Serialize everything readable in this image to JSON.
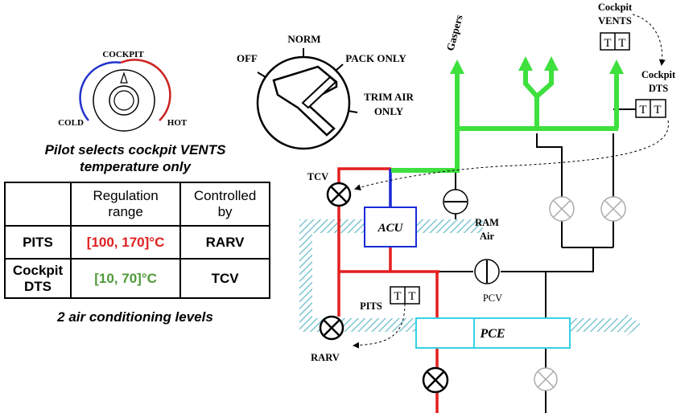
{
  "selector": {
    "title": "COCKPIT",
    "cold": "COLD",
    "hot": "HOT"
  },
  "mode_switch": {
    "off": "OFF",
    "norm": "NORM",
    "pack_only": "PACK ONLY",
    "trim_air_line1": "TRIM AIR",
    "trim_air_line2": "ONLY"
  },
  "captions": {
    "pilot_line1": "Pilot selects cockpit VENTS",
    "pilot_line2": "temperature only",
    "levels": "2 air conditioning levels"
  },
  "table": {
    "header_range_1": "Regulation",
    "header_range_2": "range",
    "header_ctrl_1": "Controlled",
    "header_ctrl_2": "by",
    "row1_label": "PITS",
    "row1_range": "[100, 170]°C",
    "row1_ctrl": "RARV",
    "row2_label_1": "Cockpit",
    "row2_label_2": "DTS",
    "row2_range": "[10, 70]°C",
    "row2_ctrl": "TCV"
  },
  "schematic": {
    "gaspers": "Gaspers",
    "cockpit_vents_1": "Cockpit",
    "cockpit_vents_2": "VENTS",
    "cockpit_dts_1": "Cockpit",
    "cockpit_dts_2": "DTS",
    "sensor_t": "T",
    "tcv": "TCV",
    "acu": "ACU",
    "ram_1": "RAM",
    "ram_2": "Air",
    "pits": "PITS",
    "pcv": "PCV",
    "rarv": "RARV",
    "pce": "PCE"
  },
  "colors": {
    "hot_line": "#e41e1e",
    "cold_line": "#1a2ad6",
    "vent_line": "#3ee03e",
    "ram_hatch": "#7fc6d0",
    "pce_box": "#35d2e6",
    "range_red": "#e02020",
    "range_green": "#4f9a3a"
  }
}
